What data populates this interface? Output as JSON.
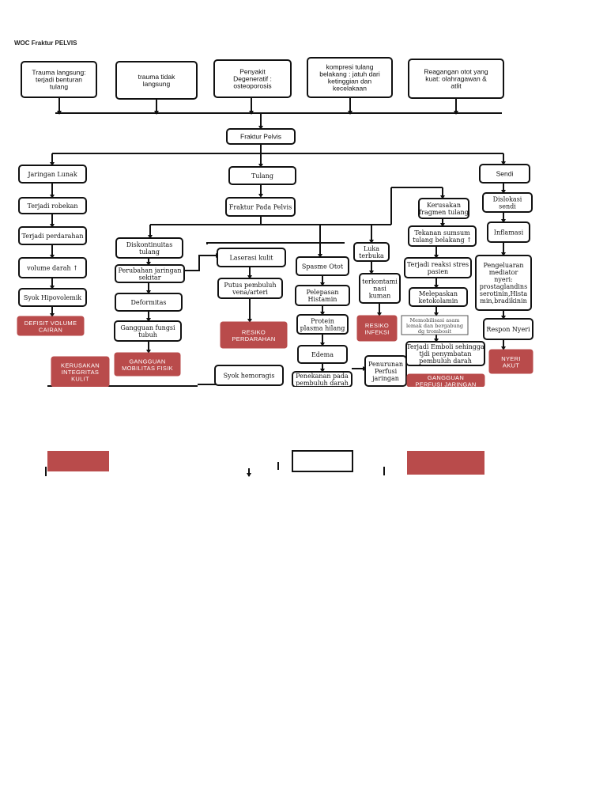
{
  "title": "WOC Fraktur PELVIS",
  "nodes": {
    "trauma_langsung": [
      "Trauma langsung:",
      "terjadi benturan",
      "tulang"
    ],
    "trauma_tidak_langsung": [
      "trauma tidak",
      "langsung"
    ],
    "penyakit_degeneratif": [
      "Penyakit",
      "Degeneratif :",
      "osteoporosis"
    ],
    "kompresi_tulang": [
      "kompresi tulang",
      "belakang : jatuh dari",
      "ketinggian dan",
      "kecelakaan"
    ],
    "reagangan_otot": [
      "Reagangan otot yang",
      "kuat:  olahragawan &",
      "atlit"
    ],
    "fraktur_pelvis": [
      "Fraktur Pelvis"
    ],
    "jaringan_lunak": [
      "Jaringan Lunak"
    ],
    "tulang": [
      "Tulang"
    ],
    "sendi": [
      "Sendi"
    ],
    "terjadi_robekan": [
      "Terjadi robekan"
    ],
    "fraktur_pada_pelvis": [
      "Fraktur Pada Pelvis"
    ],
    "kerusakan_fragmen": [
      "Kerusakan",
      "fragmen tulang"
    ],
    "dislokasi_sendi": [
      "Dislokasi",
      "sendi"
    ],
    "terjadi_perdarahan": [
      "Terjadi perdarahan"
    ],
    "tekanan_sumsum": [
      "Tekanan sumsum",
      "tulang belakang ↑"
    ],
    "inflamasi": [
      "Inflamasi"
    ],
    "diskontinuitas": [
      "Diskontinuitas",
      "tulang"
    ],
    "luka_terbuka": [
      "Luka",
      "terbuka"
    ],
    "volume_darah": [
      "volume darah  ↑"
    ],
    "perubahan_jaringan": [
      "Perubahan jaringan",
      "sekitar"
    ],
    "laserasi_kulit": [
      "Laserasi kulit"
    ],
    "spasme_otot": [
      "Spasme Otot"
    ],
    "terjadi_reaksi": [
      "Terjadi reaksi stres",
      "pasien"
    ],
    "pengeluaran_mediator": [
      "Pengeluaran",
      "mediator",
      "nyeri:",
      "prostaglandins",
      "serotinin,Hista",
      "min,bradikinin"
    ],
    "putus_pembuluh": [
      "Putus pembuluh",
      "vena/arteri"
    ],
    "kontaminasi_kuman": [
      "terkontami",
      "nasi",
      "kuman"
    ],
    "syok_hipovolemik": [
      "Syok Hipovolemik"
    ],
    "deformitas": [
      "Deformitas"
    ],
    "pelepasan_histamin": [
      "Pelepasan",
      "Histamin"
    ],
    "melepaskan_ketokolamin": [
      "Melepaskan",
      "ketokolamin"
    ],
    "memobilisasi_asam": [
      "Memobilisasi asam",
      "lemak dan bergabung",
      "dg trombosit"
    ],
    "gangguan_fungsi": [
      "Gangguan fungsi",
      "tubuh"
    ],
    "protein_plasma": [
      "Protein",
      "plasma hilang"
    ],
    "respon_nyeri": [
      "Respon Nyeri"
    ],
    "terjadi_emboli": [
      "Terjadi Emboli sehingga",
      "tjdi penymbatan",
      "pembuluh darah"
    ],
    "edema": [
      "Edema"
    ],
    "penurunan_perfusi": [
      "Penurunan",
      "Perfusi",
      "jaringan"
    ],
    "syok_hemoragis": [
      "Syok hemoragis"
    ],
    "penekanan_pembuluh": [
      "Penekanan pada",
      "pembuluh darah"
    ]
  },
  "diagnoses": {
    "defisit_volume": [
      "DEFISIT VOLUME",
      "CAIRAN"
    ],
    "kerusakan_integritas": [
      "KERUSAKAN",
      "INTEGRITAS",
      "KULIT"
    ],
    "gangguan_mobilitas": [
      "GANGGUAN",
      "MOBILITAS FISIK"
    ],
    "resiko_perdarahan": [
      "RESIKO",
      "PERDARAHAN"
    ],
    "resiko_infeksi": [
      "RESIKO",
      "INFEKSI"
    ],
    "nyeri_akut": [
      "NYERI",
      "AKUT"
    ],
    "gangguan_perfusi": [
      "GANGGUAN",
      "PERFUSI JARINGAN"
    ]
  },
  "colors": {
    "diagnosis_fill": "#b94b4b",
    "box_border": "#111111",
    "background": "#ffffff"
  }
}
